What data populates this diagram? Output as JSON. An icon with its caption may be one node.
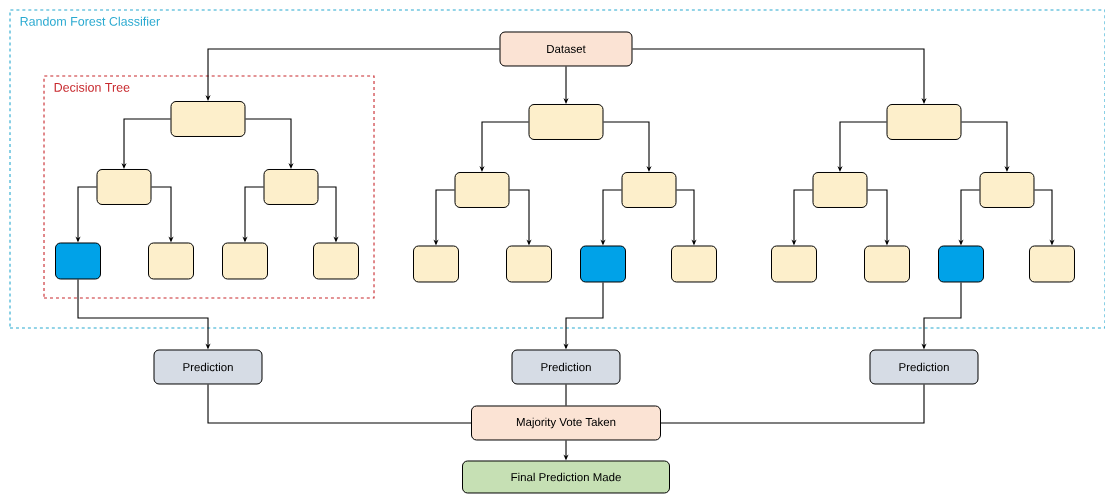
{
  "diagram": {
    "nodes": [
      {
        "text": [
          "Random Forest Classifier"
        ]
      },
      {
        "text": [
          "Decision Tree"
        ],
        "in": 0
      },
      {
        "text": [
          "Dataset"
        ],
        "in": 0
      },
      {
        "text": [],
        "shape": "box",
        "in": 1
      },
      {
        "text": [],
        "shape": "box",
        "in": 1
      },
      {
        "text": [],
        "shape": "box",
        "in": 1
      },
      {
        "text": [],
        "shape": "box",
        "in": 1
      },
      {
        "text": [],
        "shape": "box",
        "in": 1
      },
      {
        "text": [],
        "shape": "box",
        "in": 1
      },
      {
        "text": [],
        "shape": "box",
        "in": 1
      },
      {
        "text": [],
        "shape": "box",
        "in": 0
      },
      {
        "text": [],
        "shape": "box",
        "in": 0
      },
      {
        "text": [],
        "shape": "box",
        "in": 0
      },
      {
        "text": [],
        "shape": "box",
        "in": 0
      },
      {
        "text": [],
        "shape": "box",
        "in": 0
      },
      {
        "text": [],
        "shape": "box",
        "in": 0
      },
      {
        "text": [],
        "shape": "box",
        "in": 0
      },
      {
        "text": [],
        "shape": "box",
        "in": 0
      },
      {
        "text": [],
        "shape": "box",
        "in": 0
      },
      {
        "text": [],
        "shape": "box",
        "in": 0
      },
      {
        "text": [],
        "shape": "box",
        "in": 0
      },
      {
        "text": [],
        "shape": "box",
        "in": 0
      },
      {
        "text": [],
        "shape": "box",
        "in": 0
      },
      {
        "text": [],
        "shape": "box",
        "in": 0
      },
      {
        "text": [
          "Prediction"
        ]
      },
      {
        "text": [
          "Prediction"
        ]
      },
      {
        "text": [
          "Prediction"
        ]
      },
      {
        "text": [
          "Majority Vote Taken"
        ]
      },
      {
        "text": [
          "Final Prediction Made"
        ]
      }
    ],
    "edges": [
      {
        "from": 2,
        "to": 3,
        "arrow": "to"
      },
      {
        "from": 2,
        "to": 10,
        "arrow": "to"
      },
      {
        "from": 2,
        "to": 17,
        "arrow": "to"
      },
      {
        "from": 3,
        "to": 4,
        "arrow": "to"
      },
      {
        "from": 3,
        "to": 5,
        "arrow": "to"
      },
      {
        "from": 4,
        "to": 6,
        "arrow": "to"
      },
      {
        "from": 4,
        "to": 7,
        "arrow": "to"
      },
      {
        "from": 5,
        "to": 8,
        "arrow": "to"
      },
      {
        "from": 5,
        "to": 9,
        "arrow": "to"
      },
      {
        "from": 10,
        "to": 11,
        "arrow": "to"
      },
      {
        "from": 10,
        "to": 12,
        "arrow": "to"
      },
      {
        "from": 11,
        "to": 13,
        "arrow": "to"
      },
      {
        "from": 11,
        "to": 14,
        "arrow": "to"
      },
      {
        "from": 12,
        "to": 15,
        "arrow": "to"
      },
      {
        "from": 12,
        "to": 16,
        "arrow": "to"
      },
      {
        "from": 17,
        "to": 18,
        "arrow": "to"
      },
      {
        "from": 17,
        "to": 19,
        "arrow": "to"
      },
      {
        "from": 18,
        "to": 20,
        "arrow": "to"
      },
      {
        "from": 18,
        "to": 21,
        "arrow": "to"
      },
      {
        "from": 19,
        "to": 22,
        "arrow": "to"
      },
      {
        "from": 19,
        "to": 23,
        "arrow": "to"
      },
      {
        "from": 6,
        "to": 24,
        "arrow": "to"
      },
      {
        "from": 15,
        "to": 25,
        "arrow": "to"
      },
      {
        "from": 22,
        "to": 26,
        "arrow": "to"
      },
      {
        "from": 24,
        "to": 27,
        "arrow": "none"
      },
      {
        "from": 25,
        "to": 27,
        "arrow": "none"
      },
      {
        "from": 26,
        "to": 27,
        "arrow": "none"
      },
      {
        "from": 27,
        "to": 28,
        "arrow": "to"
      }
    ]
  }
}
